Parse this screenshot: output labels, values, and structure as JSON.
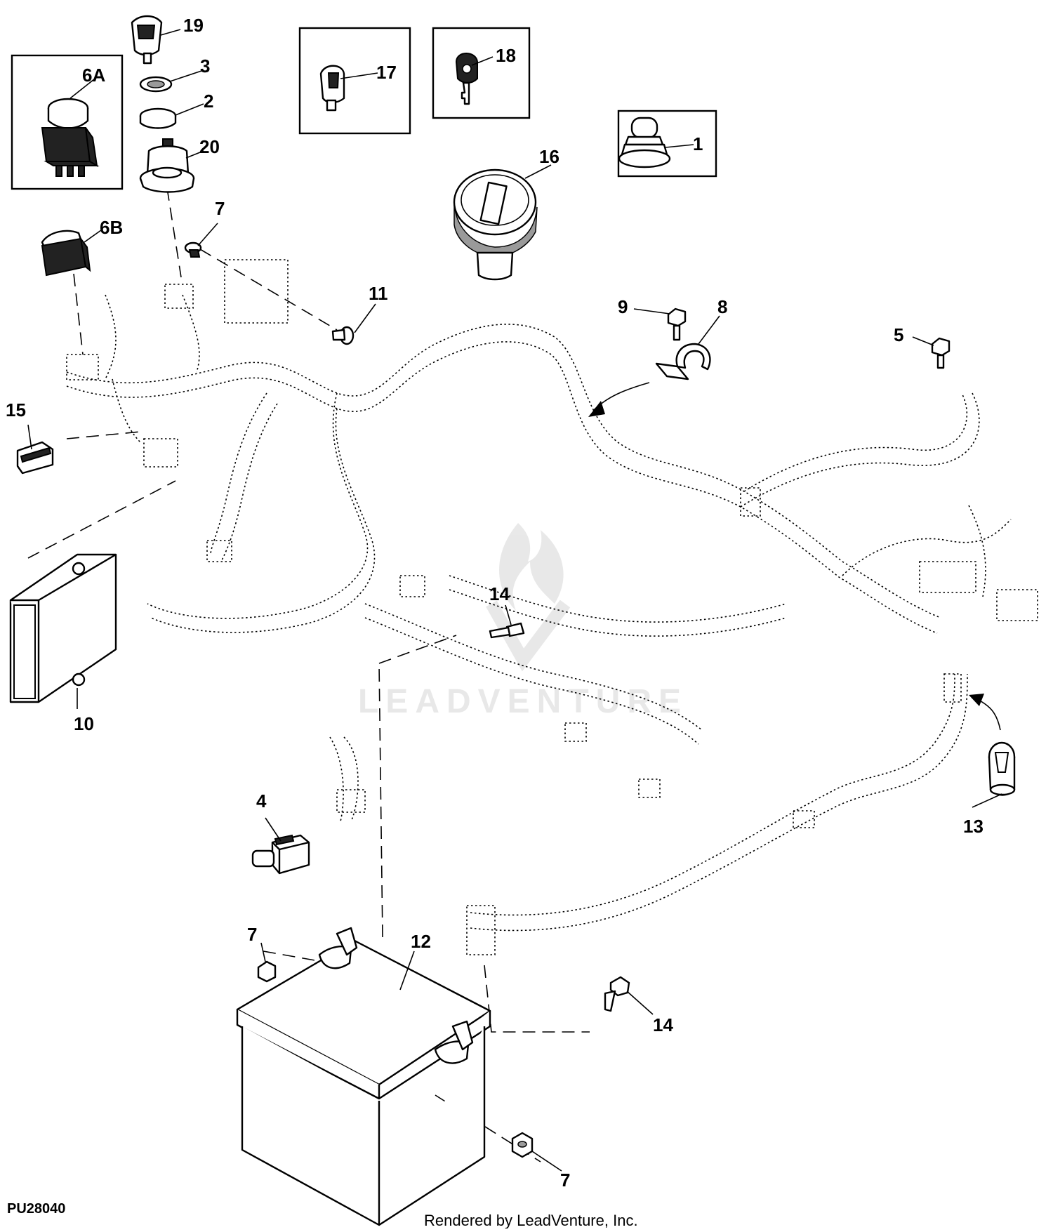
{
  "diagram": {
    "figure_id": "PU28040",
    "credit": "Rendered by LeadVenture, Inc.",
    "watermark": "LEADVENTURE",
    "callouts": {
      "c1": "1",
      "c2": "2",
      "c3": "3",
      "c4": "4",
      "c5": "5",
      "c6a": "6A",
      "c6b": "6B",
      "c7a": "7",
      "c7b": "7",
      "c7c": "7",
      "c8": "8",
      "c9": "9",
      "c10": "10",
      "c11": "11",
      "c12": "12",
      "c13": "13",
      "c14a": "14",
      "c14b": "14",
      "c15": "15",
      "c16": "16",
      "c17": "17",
      "c18": "18",
      "c19": "19",
      "c20": "20"
    }
  }
}
